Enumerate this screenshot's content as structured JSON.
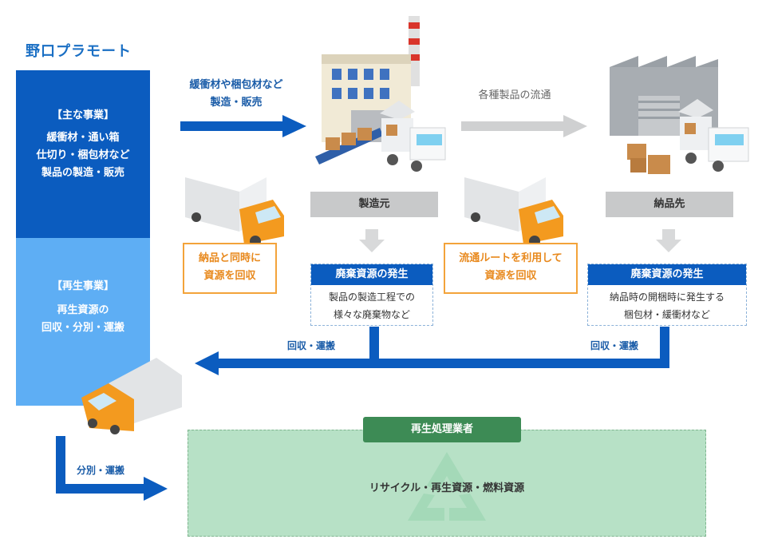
{
  "company": "野口プラモート",
  "left_panel": {
    "main_business_title": "【主な事業】",
    "main_business_lines": [
      "緩衝材・通い箱",
      "仕切り・梱包材など",
      "製品の製造・販売"
    ],
    "recycle_business_title": "【再生事業】",
    "recycle_business_lines": [
      "再生資源の",
      "回収・分別・運搬"
    ]
  },
  "top_arrow_label": [
    "緩衝材や梱包材など",
    "製造・販売"
  ],
  "distribution_label": "各種製品の流通",
  "manufacturer": {
    "label": "製造元",
    "collect_box": [
      "納品と同時に",
      "資源を回収"
    ],
    "waste_title": "廃棄資源の発生",
    "waste_lines": [
      "製品の製造工程での",
      "様々な廃棄物など"
    ],
    "collect_label": "回収・運搬"
  },
  "destination": {
    "label": "納品先",
    "collect_box": [
      "流通ルートを利用して",
      "資源を回収"
    ],
    "waste_title": "廃棄資源の発生",
    "waste_lines": [
      "納品時の開梱時に発生する",
      "梱包材・緩衝材など"
    ],
    "collect_label": "回収・運搬"
  },
  "sort_label": "分別・運搬",
  "recycler": {
    "title": "再生処理業者",
    "text": "リサイクル・再生資源・燃料資源"
  },
  "colors": {
    "blue_dark": "#0b5cbf",
    "blue_light": "#5eaef4",
    "orange": "#f3a33a",
    "green": "#3d8b55",
    "green_light": "#b7e1c6",
    "gray": "#c8c9ca"
  }
}
